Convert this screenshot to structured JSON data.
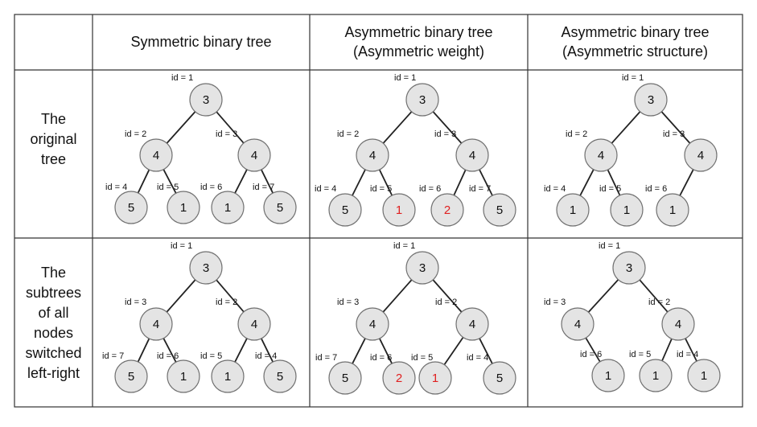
{
  "headers": {
    "symmetric": "Symmetric binary tree",
    "asym_weight_line1": "Asymmetric binary tree",
    "asym_weight_line2": "(Asymmetric weight)",
    "asym_struct_line1": "Asymmetric binary tree",
    "asym_struct_line2": "(Asymmetric structure)"
  },
  "rows": {
    "original": [
      "The",
      "original",
      "tree"
    ],
    "switched": [
      "The",
      "subtrees",
      "of all",
      "nodes",
      "switched",
      "left-right"
    ]
  },
  "colors": {
    "grid": "#333333",
    "node_fill": "#e4e4e4",
    "node_stroke": "#707070",
    "red": "#e02020"
  },
  "trees": [
    {
      "nodes": [
        {
          "id": "id = 1",
          "v": "3",
          "red": false
        },
        {
          "id": "id = 2",
          "v": "4",
          "red": false
        },
        {
          "id": "id = 3",
          "v": "4",
          "red": false
        },
        {
          "id": "id = 4",
          "v": "5",
          "red": false
        },
        {
          "id": "id = 5",
          "v": "1",
          "red": false
        },
        {
          "id": "id = 6",
          "v": "1",
          "red": false
        },
        {
          "id": "id = 7",
          "v": "5",
          "red": false
        }
      ]
    },
    {
      "nodes": [
        {
          "id": "id = 1",
          "v": "3",
          "red": false
        },
        {
          "id": "id = 2",
          "v": "4",
          "red": false
        },
        {
          "id": "id = 3",
          "v": "4",
          "red": false
        },
        {
          "id": "id = 4",
          "v": "5",
          "red": false
        },
        {
          "id": "id = 5",
          "v": "1",
          "red": true
        },
        {
          "id": "id = 6",
          "v": "2",
          "red": true
        },
        {
          "id": "id = 7",
          "v": "5",
          "red": false
        }
      ]
    },
    {
      "nodes": [
        {
          "id": "id = 1",
          "v": "3",
          "red": false
        },
        {
          "id": "id = 2",
          "v": "4",
          "red": false
        },
        {
          "id": "id = 3",
          "v": "4",
          "red": false
        },
        {
          "id": "id = 4",
          "v": "1",
          "red": false
        },
        {
          "id": "id = 5",
          "v": "1",
          "red": false
        },
        {
          "id": "id = 6",
          "v": "1",
          "red": false
        }
      ]
    },
    {
      "nodes": [
        {
          "id": "id = 1",
          "v": "3",
          "red": false
        },
        {
          "id": "id = 3",
          "v": "4",
          "red": false
        },
        {
          "id": "id = 2",
          "v": "4",
          "red": false
        },
        {
          "id": "id = 7",
          "v": "5",
          "red": false
        },
        {
          "id": "id = 6",
          "v": "1",
          "red": false
        },
        {
          "id": "id = 5",
          "v": "1",
          "red": false
        },
        {
          "id": "id = 4",
          "v": "5",
          "red": false
        }
      ]
    },
    {
      "nodes": [
        {
          "id": "id = 1",
          "v": "3",
          "red": false
        },
        {
          "id": "id = 3",
          "v": "4",
          "red": false
        },
        {
          "id": "id = 2",
          "v": "4",
          "red": false
        },
        {
          "id": "id = 7",
          "v": "5",
          "red": false
        },
        {
          "id": "id = 6",
          "v": "2",
          "red": true
        },
        {
          "id": "id = 5",
          "v": "1",
          "red": true
        },
        {
          "id": "id = 4",
          "v": "5",
          "red": false
        }
      ]
    },
    {
      "nodes": [
        {
          "id": "id = 1",
          "v": "3",
          "red": false
        },
        {
          "id": "id = 3",
          "v": "4",
          "red": false
        },
        {
          "id": "id = 2",
          "v": "4",
          "red": false
        },
        {
          "id": "id = 6",
          "v": "1",
          "red": false
        },
        {
          "id": "id = 5",
          "v": "1",
          "red": false
        },
        {
          "id": "id = 4",
          "v": "1",
          "red": false
        }
      ]
    }
  ]
}
